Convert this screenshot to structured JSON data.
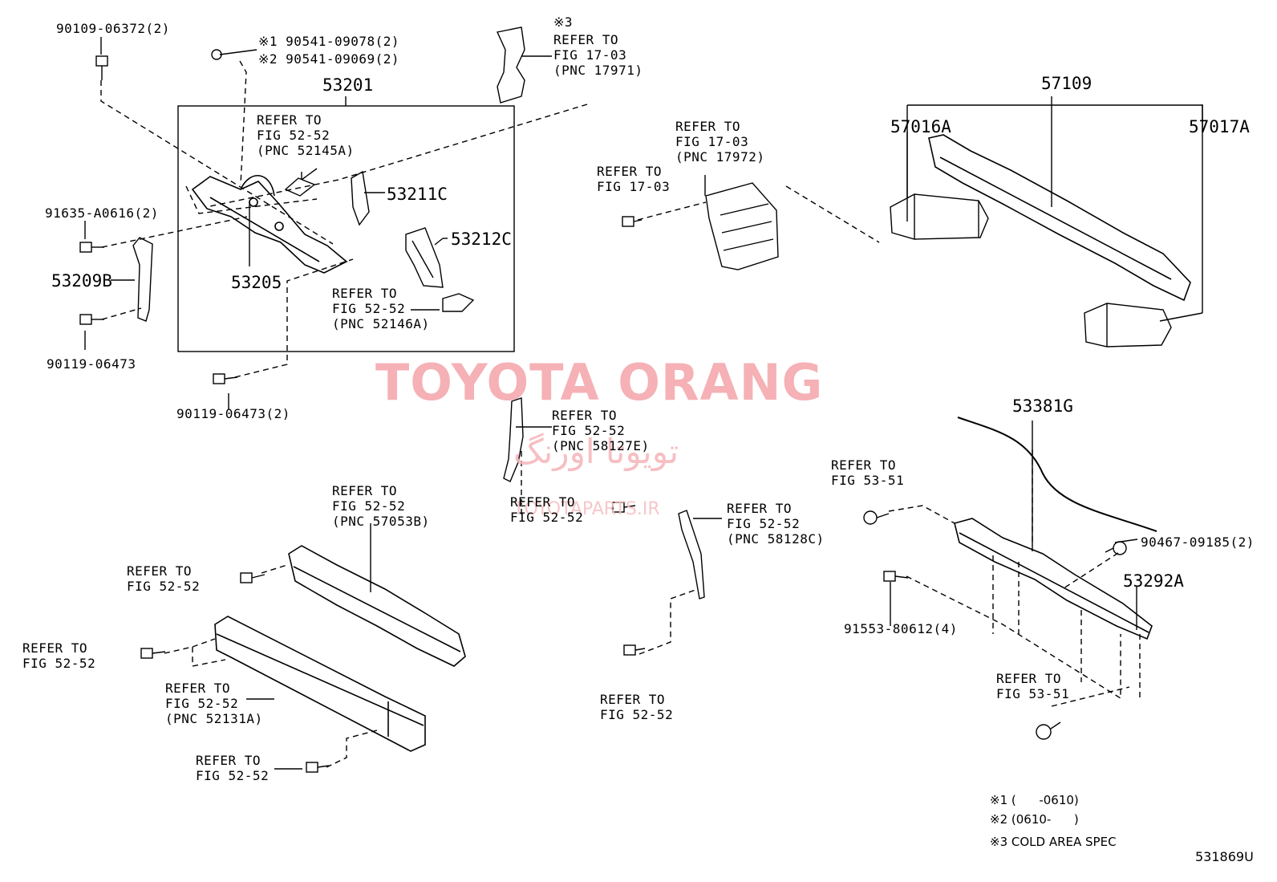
{
  "watermark": {
    "latin": "TOYOTA ORANG",
    "persian": "تویوتا اورنگ",
    "site": "TOYOTAPARTS.IR"
  },
  "labels": {
    "p90109": "90109-06372(2)",
    "p90541a": "※1 90541-09078(2)",
    "p90541b": "※2 90541-09069(2)",
    "note3_mark": "※3",
    "ref17971": "REFER TO\nFIG 17-03\n(PNC 17971)",
    "p53201": "53201",
    "ref52145A": "REFER TO\nFIG 52-52\n(PNC 52145A)",
    "p53211C": "53211C",
    "p53212C": "53212C",
    "p91635": "91635-A0616(2)",
    "p53209B": "53209B",
    "p53205": "53205",
    "ref52146A": "REFER TO\nFIG 52-52\n(PNC 52146A)",
    "p90119a": "90119-06473",
    "p90119b": "90119-06473(2)",
    "ref17972": "REFER TO\nFIG 17-03\n(PNC 17972)",
    "ref1703": "REFER TO\nFIG 17-03",
    "p57109": "57109",
    "p57016A": "57016A",
    "p57017A": "57017A",
    "ref58127E": "REFER TO\nFIG 52-52\n(PNC 58127E)",
    "ref5252_mid": "REFER TO\nFIG 52-52",
    "ref58128C": "REFER TO\nFIG 52-52\n(PNC 58128C)",
    "ref5252_bot_mid": "REFER TO\nFIG 52-52",
    "p53381G": "53381G",
    "ref5351_top": "REFER TO\nFIG 53-51",
    "p90467": "90467-09185(2)",
    "p53292A": "53292A",
    "p91553": "91553-80612(4)",
    "ref5351_bot": "REFER TO\nFIG 53-51",
    "ref57053B": "REFER TO\nFIG 52-52\n(PNC 57053B)",
    "ref5252_a": "REFER TO\nFIG 52-52",
    "ref5252_b": "REFER TO\nFIG 52-52",
    "ref52131A": "REFER TO\nFIG 52-52\n(PNC 52131A)",
    "ref5252_c": "REFER TO\nFIG 52-52"
  },
  "notes": {
    "n1": "※1 (      -0610)",
    "n2": "※2 (0610-      )",
    "n3": "※3 COLD AREA SPEC"
  },
  "diagram_code": "531869U"
}
